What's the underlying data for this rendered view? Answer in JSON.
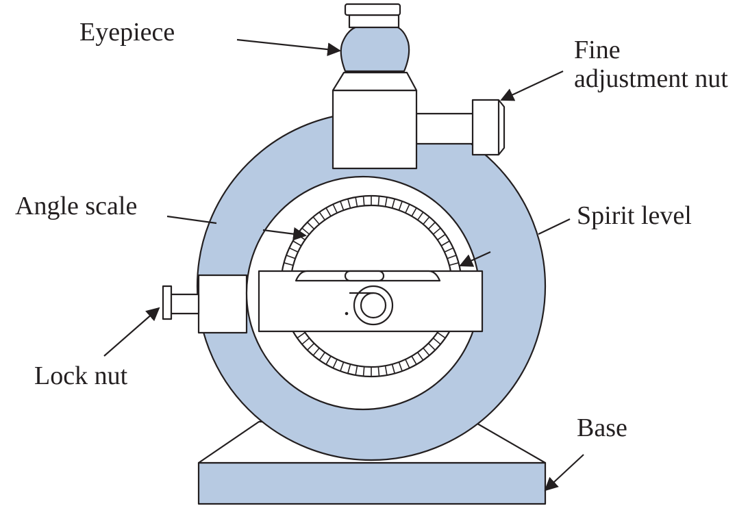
{
  "labels": {
    "eyepiece": "Eyepiece",
    "fine_adjustment_line1": "Fine",
    "fine_adjustment_line2": "adjustment nut",
    "angle_scale": "Angle scale",
    "spirit_level": "Spirit level",
    "lock_nut": "Lock nut",
    "base": "Base"
  },
  "colors": {
    "fill": "#b7cae2",
    "stroke": "#231f20",
    "background": "#ffffff"
  }
}
